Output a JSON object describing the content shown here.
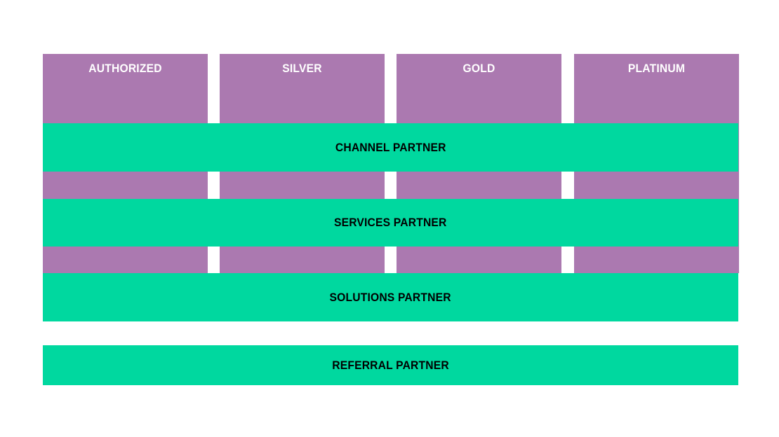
{
  "colors": {
    "tier_fill": "#ab79b0",
    "band_fill": "#00d89f",
    "tier_text": "#ffffff",
    "band_text": "#000000",
    "background": "#ffffff"
  },
  "tiers": [
    {
      "label": "AUTHORIZED"
    },
    {
      "label": "SILVER"
    },
    {
      "label": "GOLD"
    },
    {
      "label": "PLATINUM"
    }
  ],
  "bands": [
    {
      "label": "CHANNEL PARTNER"
    },
    {
      "label": "SERVICES PARTNER"
    },
    {
      "label": "SOLUTIONS PARTNER"
    },
    {
      "label": "REFERRAL PARTNER"
    }
  ]
}
